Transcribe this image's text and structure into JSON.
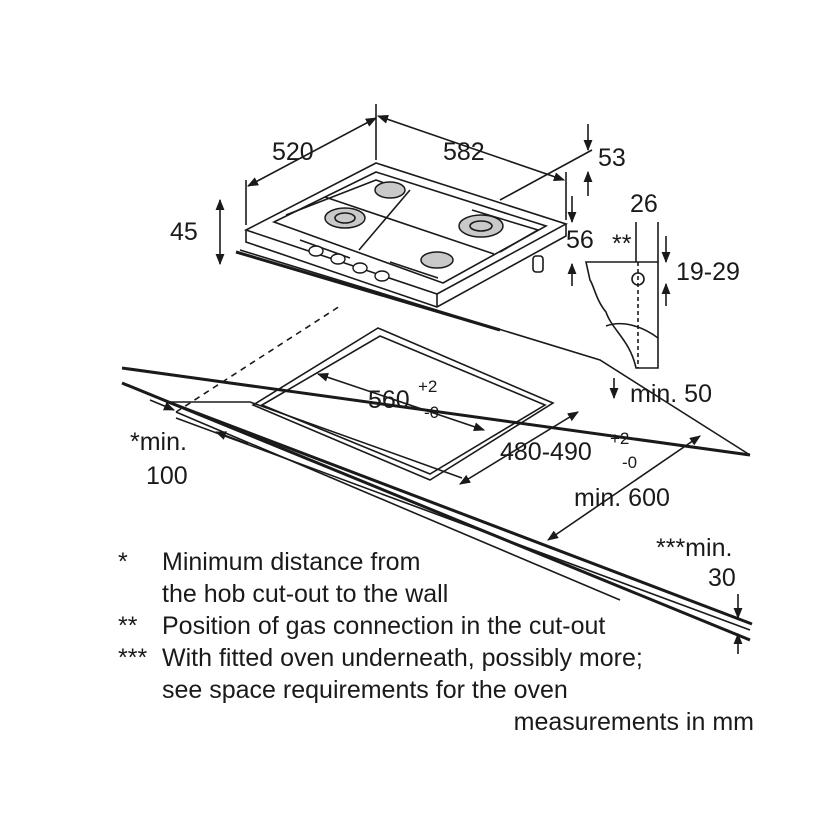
{
  "dimensions": {
    "depth": "520",
    "width": "582",
    "connection_offset": "53",
    "height": "45",
    "connection_height": "56",
    "connection_depth": "26",
    "gas_marker": "**",
    "worktop_thickness": "19-29",
    "cutout_width": "560",
    "cutout_width_tol_plus": "+2",
    "cutout_width_tol_minus": "-0",
    "cutout_depth": "480-490",
    "cutout_depth_tol_plus": "+2",
    "cutout_depth_tol_minus": "-0",
    "front_clearance": "min. 50",
    "wall_clearance_line1": "*min.",
    "wall_clearance_line2": "100",
    "worktop_depth": "min. 600",
    "oven_clearance_line1": "***min.",
    "oven_clearance_line2": "30"
  },
  "notes": [
    {
      "mark": "*",
      "lines": [
        "Minimum distance from",
        "the hob cut-out to the wall"
      ]
    },
    {
      "mark": "**",
      "lines": [
        "Position of gas connection in the cut-out"
      ]
    },
    {
      "mark": "***",
      "lines": [
        "With fitted oven underneath, possibly more;",
        "see space requirements for the oven"
      ]
    }
  ],
  "units": "measurements in mm"
}
